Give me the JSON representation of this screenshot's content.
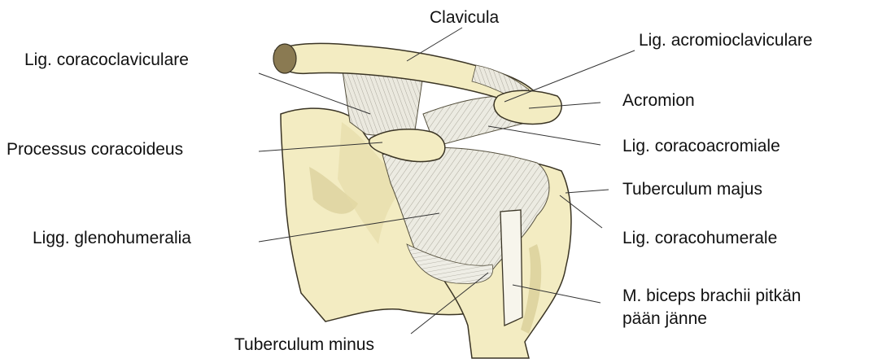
{
  "labels": {
    "clavicula": "Clavicula",
    "lig_acromioclaviculare": "Lig. acromioclaviculare",
    "lig_coracoclaviculare": "Lig. coracoclaviculare",
    "acromion": "Acromion",
    "processus_coracoideus": "Processus coracoideus",
    "lig_coracoacromiale": "Lig. coracoacromiale",
    "tuberculum_majus": "Tuberculum majus",
    "ligg_glenohumeralia": "Ligg. glenohumeralia",
    "lig_coracohumerale": "Lig. coracohumerale",
    "biceps_line1": "M. biceps brachii pitkän",
    "biceps_line2": "pään jänne",
    "tuberculum_minus": "Tuberculum minus"
  },
  "colors": {
    "bone": "#f3ecc2",
    "bone_shadow": "#d9cf98",
    "ligament": "#e9e7dc",
    "tendon": "#f7f5ec",
    "outline": "#3a3424",
    "leader": "#333333"
  }
}
